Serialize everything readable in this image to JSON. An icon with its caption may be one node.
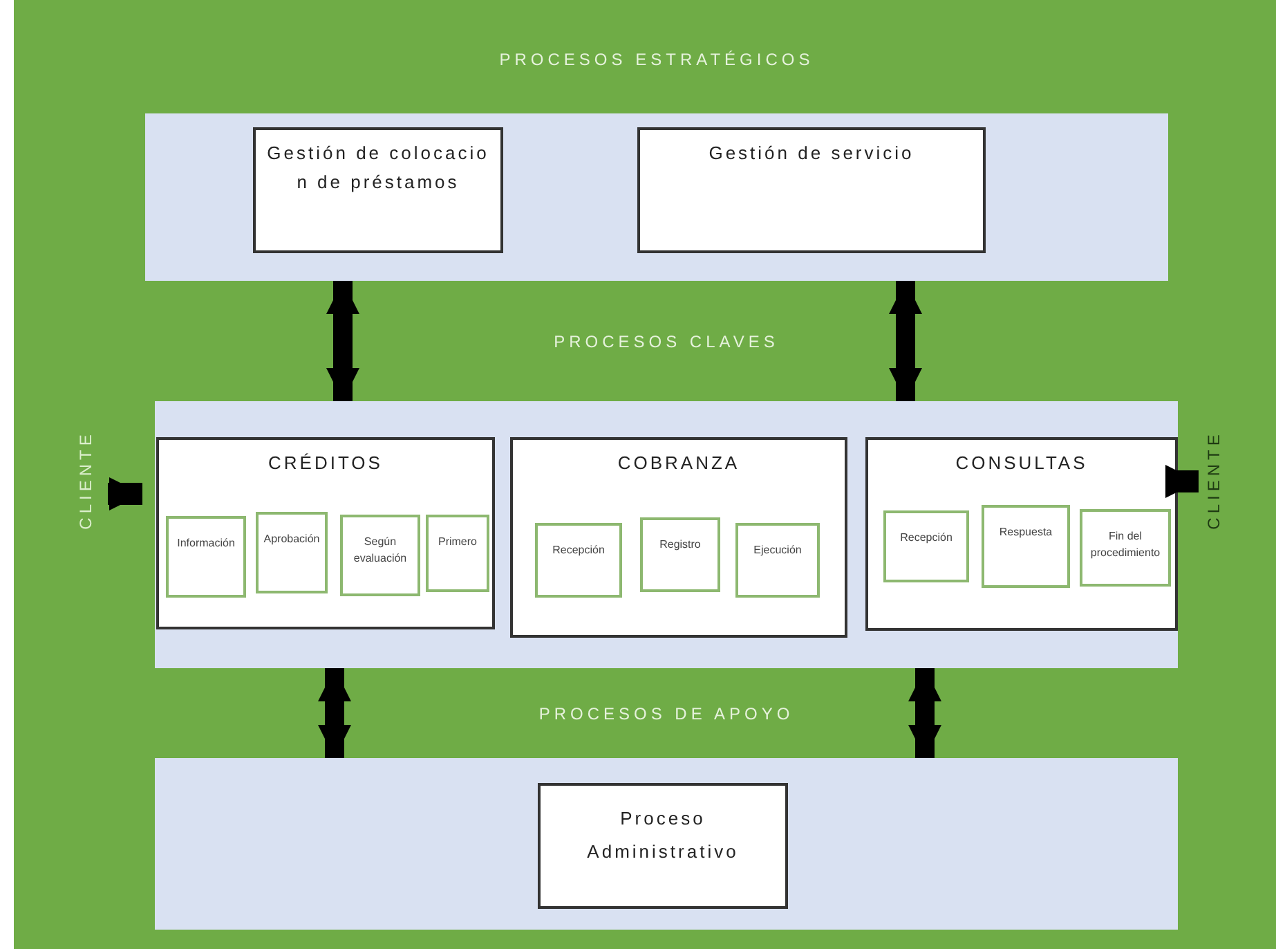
{
  "diagram": {
    "nodes": [
      {
        "text": [
          "PROCESOS ESTRATÉGICOS"
        ]
      },
      {
        "text": [
          "Gestión de colocacion de préstamos"
        ],
        "in": 0
      },
      {
        "text": [
          "Gestión de servicio"
        ],
        "in": 0
      },
      {
        "text": [
          "PROCESOS CLAVES"
        ]
      },
      {
        "text": [
          "CRÉDITOS"
        ],
        "in": 3
      },
      {
        "text": [
          "Información"
        ],
        "in": 4
      },
      {
        "text": [
          "Aprobación"
        ],
        "in": 4
      },
      {
        "text": [
          "Según evaluación"
        ],
        "in": 4
      },
      {
        "text": [
          "Primero"
        ],
        "in": 4
      },
      {
        "text": [
          "COBRANZA"
        ],
        "in": 3
      },
      {
        "text": [
          "Recepción"
        ],
        "in": 9
      },
      {
        "text": [
          "Registro"
        ],
        "in": 9
      },
      {
        "text": [
          "Ejecución"
        ],
        "in": 9
      },
      {
        "text": [
          "CONSULTAS"
        ],
        "in": 3
      },
      {
        "text": [
          "Recepción"
        ],
        "in": 13
      },
      {
        "text": [
          "Respuesta"
        ],
        "in": 13
      },
      {
        "text": [
          "Fin del procedimiento"
        ],
        "in": 13
      },
      {
        "text": [
          "PROCESOS DE APOYO"
        ]
      },
      {
        "text": [
          "Proceso Administrativo"
        ],
        "in": 17
      },
      {
        "text": [
          "CLIENTE"
        ]
      },
      {
        "text": [
          "CLIENTE"
        ]
      }
    ],
    "edges": [
      {
        "from": 0,
        "to": 3,
        "arrow": "both"
      },
      {
        "from": 0,
        "to": 3,
        "arrow": "both"
      },
      {
        "from": 3,
        "to": 17,
        "arrow": "both"
      },
      {
        "from": 3,
        "to": 17,
        "arrow": "both"
      },
      {
        "from": 19,
        "to": 3,
        "arrow": "to"
      },
      {
        "from": 3,
        "to": 20,
        "arrow": "to"
      }
    ]
  }
}
